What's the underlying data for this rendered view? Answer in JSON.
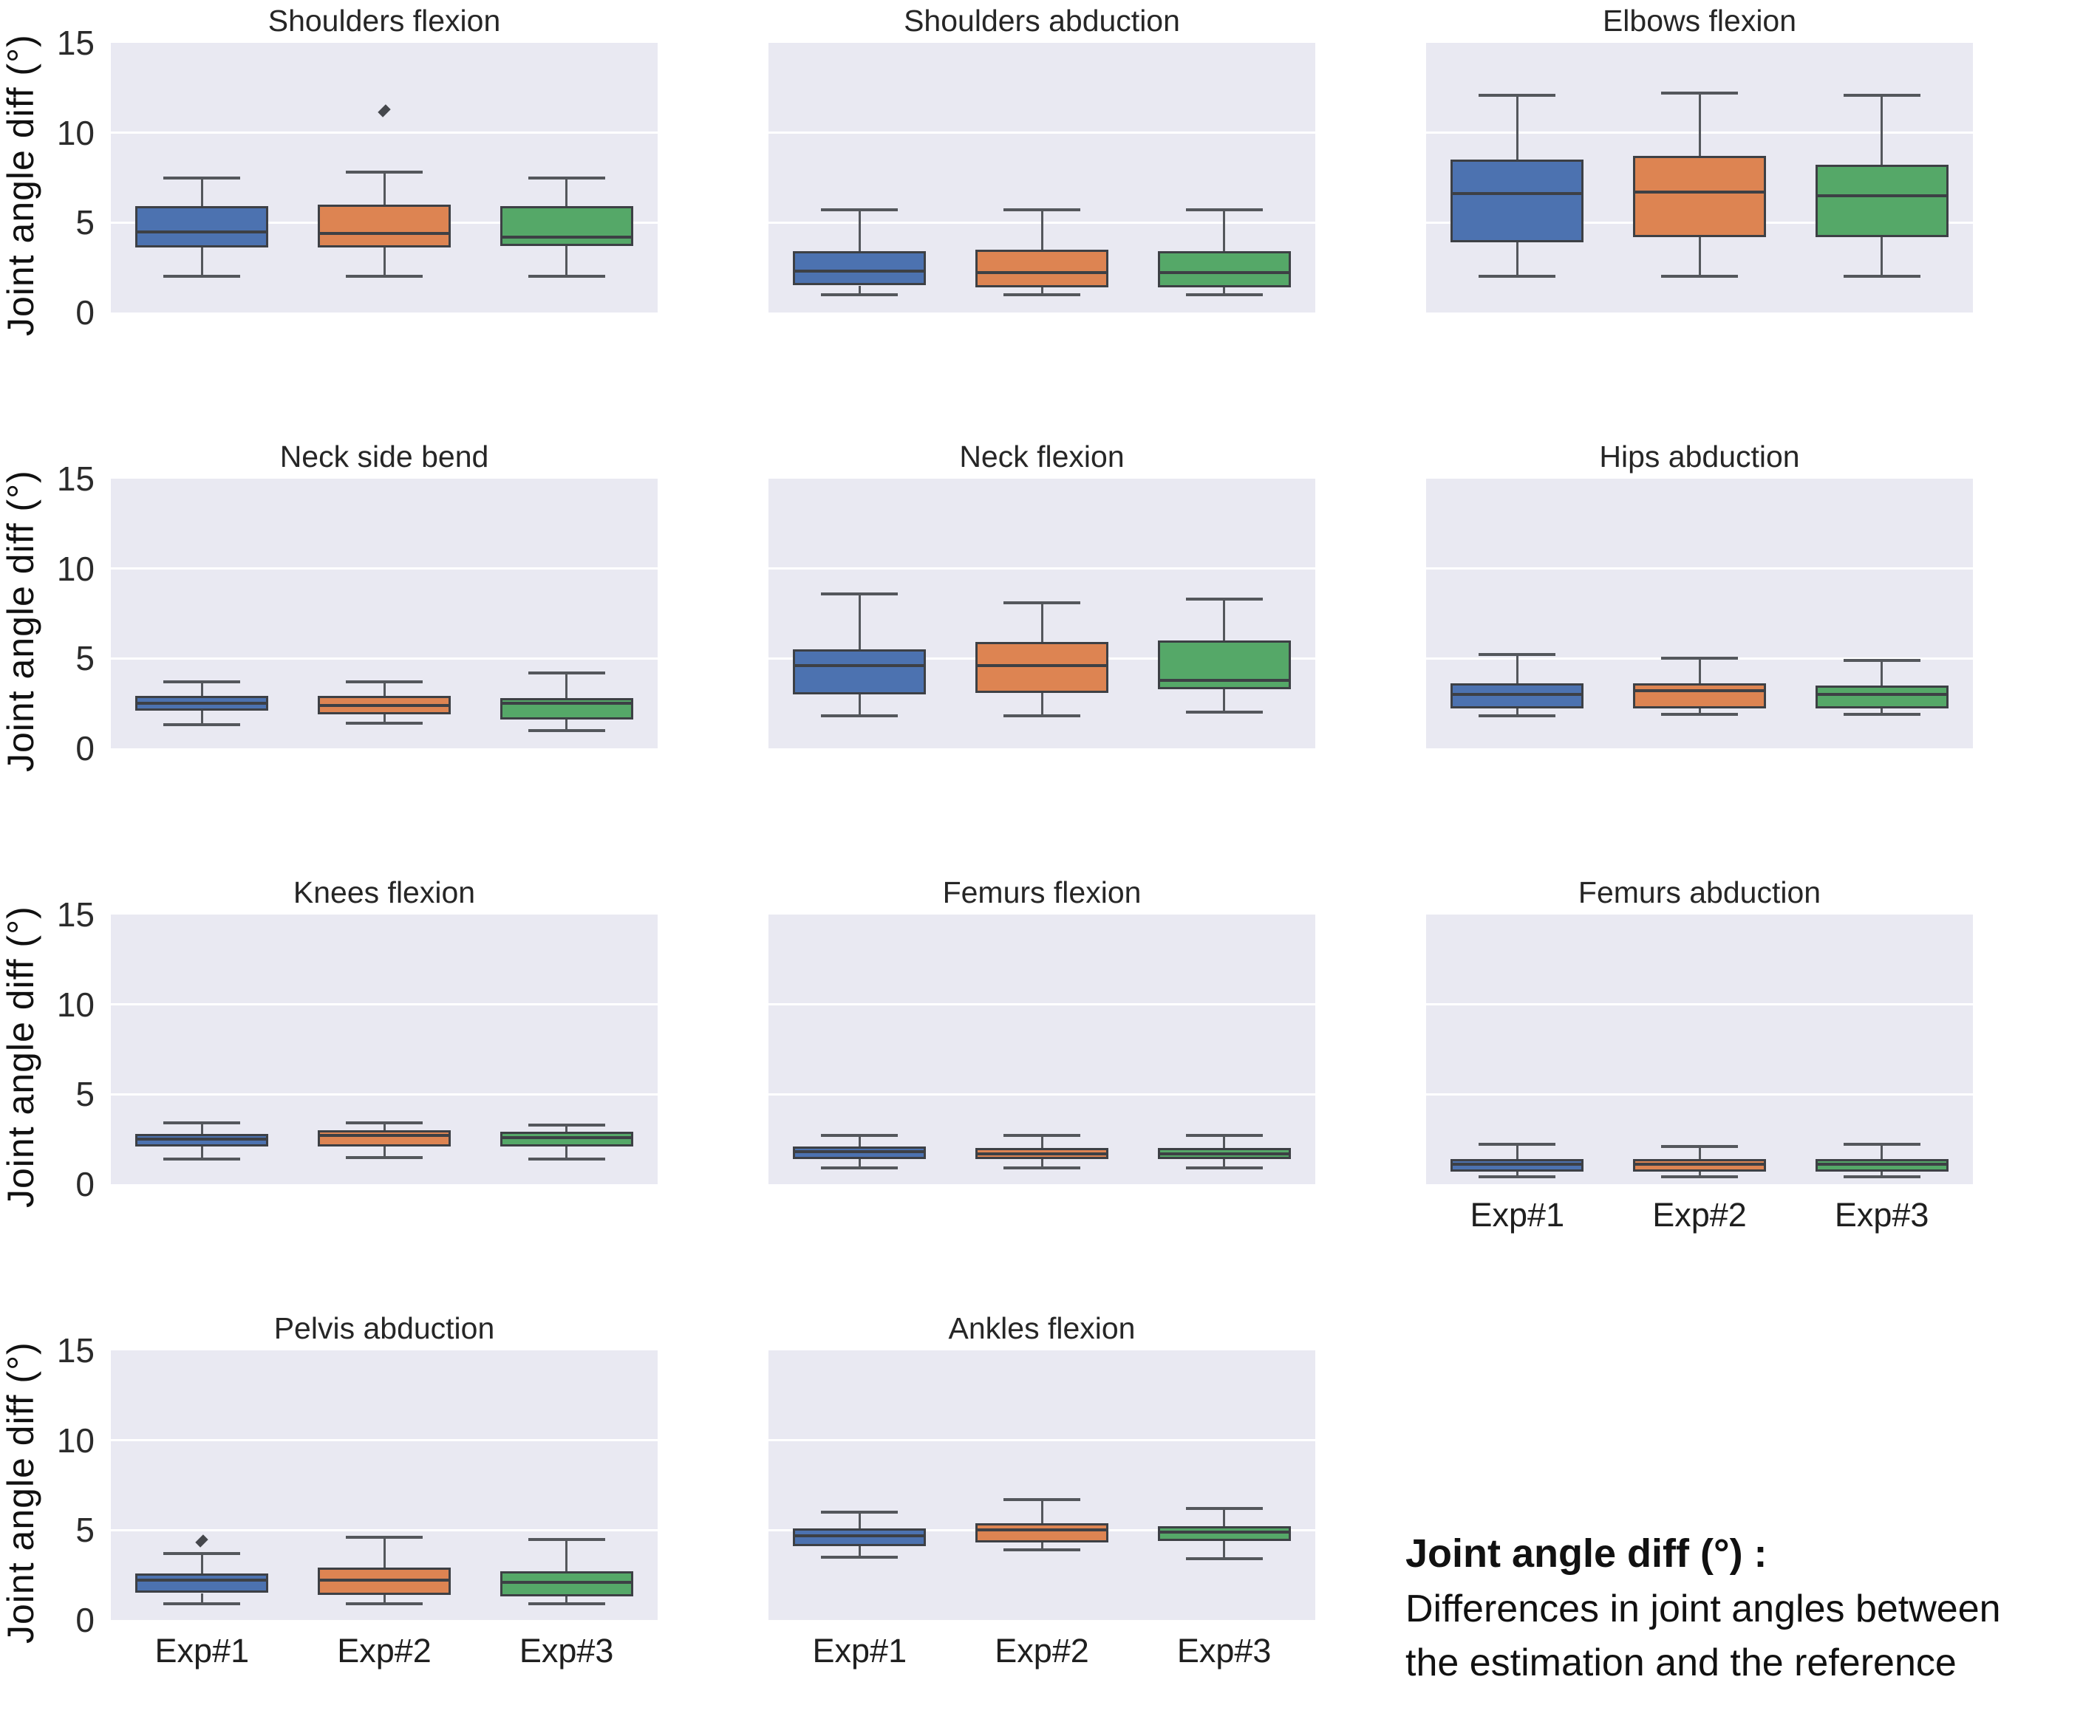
{
  "chart_data": {
    "type": "boxplot-grid",
    "rows": 4,
    "cols": 3,
    "ylabel": "Joint angle diff (°)",
    "ylim": [
      0,
      15
    ],
    "yticks": [
      0,
      5,
      10,
      15
    ],
    "gridline_values": [
      5,
      10
    ],
    "grid_on": true,
    "legend_position": "none",
    "categories": [
      "Exp#1",
      "Exp#2",
      "Exp#3"
    ],
    "series_colors": [
      "#4C72B0",
      "#DD8452",
      "#55A868"
    ],
    "panel_background": "#E9E9F2",
    "annotation": {
      "term": "Joint angle diff (°) :",
      "line1": "Differences in joint angles between",
      "line2": "the estimation and the reference"
    },
    "subplots": [
      {
        "title": "Shoulders flexion",
        "row": 0,
        "col": 0,
        "show_yticks": true,
        "show_xticks": false,
        "boxes": [
          {
            "category": "Exp#1",
            "whislo": 2.0,
            "q1": 3.6,
            "med": 4.5,
            "q3": 5.9,
            "whishi": 7.5,
            "outliers": []
          },
          {
            "category": "Exp#2",
            "whislo": 2.0,
            "q1": 3.6,
            "med": 4.4,
            "q3": 6.0,
            "whishi": 7.8,
            "outliers": [
              11.2
            ]
          },
          {
            "category": "Exp#3",
            "whislo": 2.0,
            "q1": 3.7,
            "med": 4.2,
            "q3": 5.9,
            "whishi": 7.5,
            "outliers": []
          }
        ]
      },
      {
        "title": "Shoulders abduction",
        "row": 0,
        "col": 1,
        "show_yticks": false,
        "show_xticks": false,
        "boxes": [
          {
            "category": "Exp#1",
            "whislo": 1.0,
            "q1": 1.5,
            "med": 2.3,
            "q3": 3.4,
            "whishi": 5.7,
            "outliers": []
          },
          {
            "category": "Exp#2",
            "whislo": 1.0,
            "q1": 1.4,
            "med": 2.2,
            "q3": 3.5,
            "whishi": 5.7,
            "outliers": []
          },
          {
            "category": "Exp#3",
            "whislo": 1.0,
            "q1": 1.4,
            "med": 2.2,
            "q3": 3.4,
            "whishi": 5.7,
            "outliers": []
          }
        ]
      },
      {
        "title": "Elbows flexion",
        "row": 0,
        "col": 2,
        "show_yticks": false,
        "show_xticks": false,
        "boxes": [
          {
            "category": "Exp#1",
            "whislo": 2.0,
            "q1": 3.9,
            "med": 6.6,
            "q3": 8.5,
            "whishi": 12.1,
            "outliers": []
          },
          {
            "category": "Exp#2",
            "whislo": 2.0,
            "q1": 4.2,
            "med": 6.7,
            "q3": 8.7,
            "whishi": 12.2,
            "outliers": []
          },
          {
            "category": "Exp#3",
            "whislo": 2.0,
            "q1": 4.2,
            "med": 6.5,
            "q3": 8.2,
            "whishi": 12.1,
            "outliers": []
          }
        ]
      },
      {
        "title": "Neck side bend",
        "row": 1,
        "col": 0,
        "show_yticks": true,
        "show_xticks": false,
        "boxes": [
          {
            "category": "Exp#1",
            "whislo": 1.3,
            "q1": 2.1,
            "med": 2.5,
            "q3": 2.9,
            "whishi": 3.7,
            "outliers": []
          },
          {
            "category": "Exp#2",
            "whislo": 1.4,
            "q1": 1.9,
            "med": 2.4,
            "q3": 2.9,
            "whishi": 3.7,
            "outliers": []
          },
          {
            "category": "Exp#3",
            "whislo": 1.0,
            "q1": 1.6,
            "med": 2.5,
            "q3": 2.8,
            "whishi": 4.2,
            "outliers": []
          }
        ]
      },
      {
        "title": "Neck flexion",
        "row": 1,
        "col": 1,
        "show_yticks": false,
        "show_xticks": false,
        "boxes": [
          {
            "category": "Exp#1",
            "whislo": 1.8,
            "q1": 3.0,
            "med": 4.6,
            "q3": 5.5,
            "whishi": 8.6,
            "outliers": []
          },
          {
            "category": "Exp#2",
            "whislo": 1.8,
            "q1": 3.1,
            "med": 4.6,
            "q3": 5.9,
            "whishi": 8.1,
            "outliers": []
          },
          {
            "category": "Exp#3",
            "whislo": 2.0,
            "q1": 3.3,
            "med": 3.8,
            "q3": 6.0,
            "whishi": 8.3,
            "outliers": []
          }
        ]
      },
      {
        "title": "Hips abduction",
        "row": 1,
        "col": 2,
        "show_yticks": false,
        "show_xticks": false,
        "boxes": [
          {
            "category": "Exp#1",
            "whislo": 1.8,
            "q1": 2.2,
            "med": 3.0,
            "q3": 3.6,
            "whishi": 5.2,
            "outliers": []
          },
          {
            "category": "Exp#2",
            "whislo": 1.9,
            "q1": 2.2,
            "med": 3.2,
            "q3": 3.6,
            "whishi": 5.0,
            "outliers": []
          },
          {
            "category": "Exp#3",
            "whislo": 1.9,
            "q1": 2.2,
            "med": 3.0,
            "q3": 3.5,
            "whishi": 4.9,
            "outliers": []
          }
        ]
      },
      {
        "title": "Knees flexion",
        "row": 2,
        "col": 0,
        "show_yticks": true,
        "show_xticks": false,
        "boxes": [
          {
            "category": "Exp#1",
            "whislo": 1.4,
            "q1": 2.1,
            "med": 2.5,
            "q3": 2.8,
            "whishi": 3.4,
            "outliers": []
          },
          {
            "category": "Exp#2",
            "whislo": 1.5,
            "q1": 2.1,
            "med": 2.7,
            "q3": 3.0,
            "whishi": 3.4,
            "outliers": []
          },
          {
            "category": "Exp#3",
            "whislo": 1.4,
            "q1": 2.1,
            "med": 2.6,
            "q3": 2.9,
            "whishi": 3.3,
            "outliers": []
          }
        ]
      },
      {
        "title": "Femurs flexion",
        "row": 2,
        "col": 1,
        "show_yticks": false,
        "show_xticks": false,
        "boxes": [
          {
            "category": "Exp#1",
            "whislo": 0.9,
            "q1": 1.4,
            "med": 1.8,
            "q3": 2.1,
            "whishi": 2.7,
            "outliers": []
          },
          {
            "category": "Exp#2",
            "whislo": 0.9,
            "q1": 1.4,
            "med": 1.7,
            "q3": 2.0,
            "whishi": 2.7,
            "outliers": []
          },
          {
            "category": "Exp#3",
            "whislo": 0.9,
            "q1": 1.4,
            "med": 1.7,
            "q3": 2.0,
            "whishi": 2.7,
            "outliers": []
          }
        ]
      },
      {
        "title": "Femurs abduction",
        "row": 2,
        "col": 2,
        "show_yticks": false,
        "show_xticks": true,
        "boxes": [
          {
            "category": "Exp#1",
            "whislo": 0.4,
            "q1": 0.7,
            "med": 1.1,
            "q3": 1.4,
            "whishi": 2.2,
            "outliers": []
          },
          {
            "category": "Exp#2",
            "whislo": 0.4,
            "q1": 0.7,
            "med": 1.1,
            "q3": 1.4,
            "whishi": 2.1,
            "outliers": []
          },
          {
            "category": "Exp#3",
            "whislo": 0.4,
            "q1": 0.7,
            "med": 1.1,
            "q3": 1.4,
            "whishi": 2.2,
            "outliers": []
          }
        ]
      },
      {
        "title": "Pelvis abduction",
        "row": 3,
        "col": 0,
        "show_yticks": true,
        "show_xticks": true,
        "boxes": [
          {
            "category": "Exp#1",
            "whislo": 0.9,
            "q1": 1.5,
            "med": 2.2,
            "q3": 2.6,
            "whishi": 3.7,
            "outliers": [
              4.4
            ]
          },
          {
            "category": "Exp#2",
            "whislo": 0.9,
            "q1": 1.4,
            "med": 2.2,
            "q3": 2.9,
            "whishi": 4.6,
            "outliers": []
          },
          {
            "category": "Exp#3",
            "whislo": 0.9,
            "q1": 1.3,
            "med": 2.1,
            "q3": 2.7,
            "whishi": 4.5,
            "outliers": []
          }
        ]
      },
      {
        "title": "Ankles flexion",
        "row": 3,
        "col": 1,
        "show_yticks": false,
        "show_xticks": true,
        "boxes": [
          {
            "category": "Exp#1",
            "whislo": 3.5,
            "q1": 4.1,
            "med": 4.7,
            "q3": 5.1,
            "whishi": 6.0,
            "outliers": []
          },
          {
            "category": "Exp#2",
            "whislo": 3.9,
            "q1": 4.3,
            "med": 5.0,
            "q3": 5.4,
            "whishi": 6.7,
            "outliers": []
          },
          {
            "category": "Exp#3",
            "whislo": 3.4,
            "q1": 4.4,
            "med": 4.9,
            "q3": 5.2,
            "whishi": 6.2,
            "outliers": []
          }
        ]
      }
    ]
  }
}
